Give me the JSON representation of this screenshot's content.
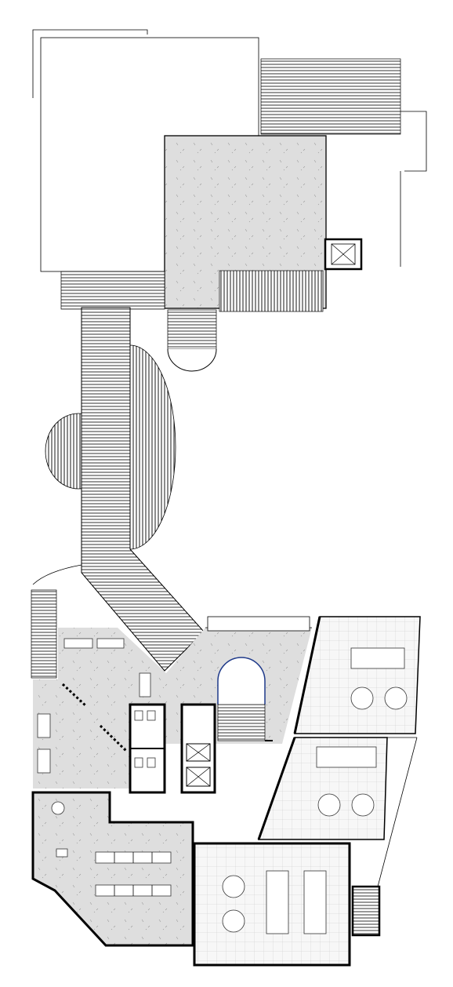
{
  "drawing": {
    "type": "architectural floor plan",
    "background": "#ffffff",
    "line_color": "#000000",
    "fill_grey": "#dcdcdc",
    "glazing_color": "#1f3a8a",
    "zones": [
      "upper-building-outline",
      "upper-grey-courtyard",
      "lift-shaft",
      "timber-decking-east",
      "timber-decking-west",
      "timber-stair-south",
      "semicircle-landing",
      "curved-bridge-walkway",
      "circular-planted-disc",
      "half-disc-planter",
      "left-entry-stair",
      "lobby-grey-plaza",
      "toilet-block",
      "lift-cores",
      "entry-canopy",
      "meeting-room-1",
      "meeting-room-2",
      "south-meeting-room",
      "open-office",
      "east-stair"
    ]
  }
}
